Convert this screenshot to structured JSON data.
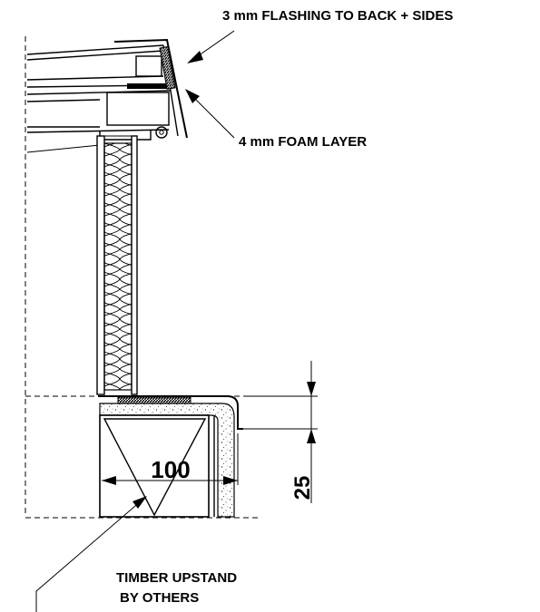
{
  "annotations": {
    "flashing": "3 mm FLASHING TO BACK + SIDES",
    "foam": "4 mm FOAM LAYER",
    "timber_line1": "TIMBER UPSTAND",
    "timber_line2": "BY OTHERS"
  },
  "dimensions": {
    "width": "100",
    "height": "25"
  }
}
